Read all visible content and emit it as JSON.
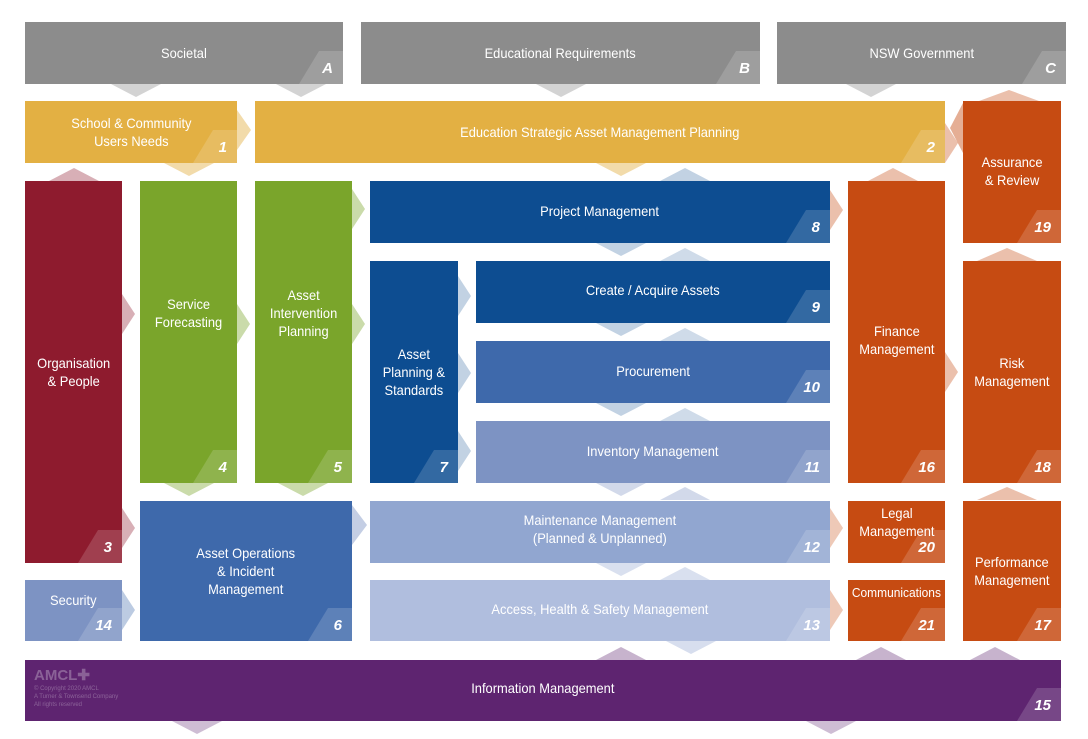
{
  "colors": {
    "grey": "#8c8c8c",
    "gold": "#e3b043",
    "maroon": "#8e1b2e",
    "green": "#7aa52b",
    "navy": "#0d4d91",
    "blue": "#3e69ab",
    "mid_blue": "#7d93c3",
    "light_blue": "#91a6d0",
    "pale_blue": "#b0bede",
    "orange": "#c64b12",
    "purple": "#5e2470"
  },
  "blocks": {
    "A": {
      "label": "Societal",
      "num": "A"
    },
    "B": {
      "label": "Educational Requirements",
      "num": "B"
    },
    "C": {
      "label": "NSW Government",
      "num": "C"
    },
    "b1": {
      "label": "School & Community\nUsers Needs",
      "num": "1"
    },
    "b2": {
      "label": "Education Strategic Asset Management Planning",
      "num": "2"
    },
    "b3": {
      "label": "Organisation\n& People",
      "num": "3"
    },
    "b4": {
      "label": "Service\nForecasting",
      "num": "4"
    },
    "b5": {
      "label": "Asset\nIntervention\nPlanning",
      "num": "5"
    },
    "b6": {
      "label": "Asset Operations\n& Incident\nManagement",
      "num": "6"
    },
    "b7": {
      "label": "Asset\nPlanning &\nStandards",
      "num": "7"
    },
    "b8": {
      "label": "Project Management",
      "num": "8"
    },
    "b9": {
      "label": "Create / Acquire Assets",
      "num": "9"
    },
    "b10": {
      "label": "Procurement",
      "num": "10"
    },
    "b11": {
      "label": "Inventory Management",
      "num": "11"
    },
    "b12": {
      "label": "Maintenance Management\n(Planned & Unplanned)",
      "num": "12"
    },
    "b13": {
      "label": "Access, Health & Safety Management",
      "num": "13"
    },
    "b14": {
      "label": "Security",
      "num": "14"
    },
    "b15": {
      "label": "Information Management",
      "num": "15"
    },
    "b16": {
      "label": "Finance\nManagement",
      "num": "16"
    },
    "b17": {
      "label": "Performance\nManagement",
      "num": "17"
    },
    "b18": {
      "label": "Risk\nManagement",
      "num": "18"
    },
    "b19": {
      "label": "Assurance\n& Review",
      "num": "19"
    },
    "b20": {
      "label": "Legal\nManagement",
      "num": "20"
    },
    "b21": {
      "label": "Communications",
      "num": "21"
    }
  },
  "logo": {
    "brand": "AMCL✚",
    "line1": "© Copyright 2020 AMCL",
    "line2": "A Turner & Townsend Company",
    "line3": "All rights reserved"
  }
}
